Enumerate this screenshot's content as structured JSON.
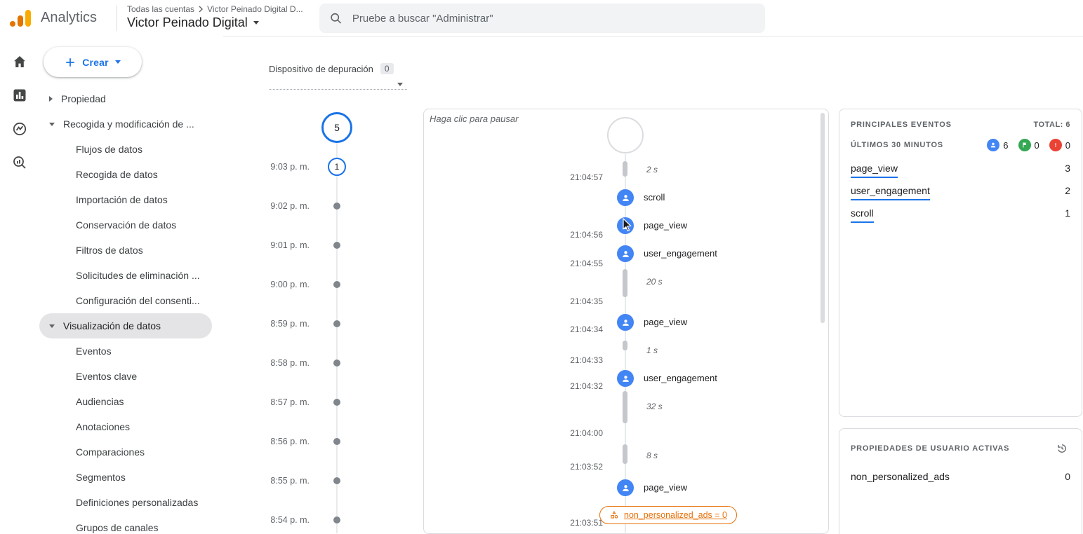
{
  "header": {
    "app_name": "Analytics",
    "breadcrumb": {
      "root": "Todas las cuentas",
      "current": "Victor Peinado Digital D..."
    },
    "account_name": "Victor Peinado Digital",
    "search": {
      "placeholder": "Pruebe a buscar \"Administrar\""
    }
  },
  "sidebar": {
    "create_label": "Crear",
    "sections": [
      {
        "label": "Propiedad",
        "expanded": false
      },
      {
        "label": "Recogida y modificación de ...",
        "expanded": true,
        "children": [
          "Flujos de datos",
          "Recogida de datos",
          "Importación de datos",
          "Conservación de datos",
          "Filtros de datos",
          "Solicitudes de eliminación ...",
          "Configuración del consenti..."
        ]
      },
      {
        "label": "Visualización de datos",
        "expanded": true,
        "selected": true,
        "children": [
          "Eventos",
          "Eventos clave",
          "Audiencias",
          "Anotaciones",
          "Comparaciones",
          "Segmentos",
          "Definiciones personalizadas",
          "Grupos de canales"
        ]
      }
    ]
  },
  "debugview": {
    "device": {
      "label": "Dispositivo de depuración",
      "count": "0"
    },
    "minutes": {
      "current_count": "5",
      "rows": [
        {
          "time": "9:03 p. m.",
          "count": "1"
        },
        {
          "time": "9:02 p. m."
        },
        {
          "time": "9:01 p. m."
        },
        {
          "time": "9:00 p. m."
        },
        {
          "time": "8:59 p. m."
        },
        {
          "time": "8:58 p. m."
        },
        {
          "time": "8:57 p. m."
        },
        {
          "time": "8:56 p. m."
        },
        {
          "time": "8:55 p. m."
        },
        {
          "time": "8:54 p. m."
        }
      ]
    },
    "stream": {
      "pause_hint": "Haga clic para pausar",
      "times": [
        "21:04:57",
        "21:04:56",
        "21:04:55",
        "21:04:35",
        "21:04:34",
        "21:04:33",
        "21:04:32",
        "21:04:00",
        "21:03:52",
        "21:03:51"
      ],
      "durations": [
        "2 s",
        "20 s",
        "1 s",
        "32 s",
        "8 s"
      ],
      "events": [
        {
          "name": "scroll"
        },
        {
          "name": "page_view"
        },
        {
          "name": "user_engagement"
        },
        {
          "name": "page_view"
        },
        {
          "name": "user_engagement"
        },
        {
          "name": "page_view"
        }
      ],
      "property_pill": {
        "text": "non_personalized_ads = 0"
      }
    }
  },
  "top_events": {
    "title": "PRINCIPALES EVENTOS",
    "total": "TOTAL: 6",
    "window_label": "ÚLTIMOS 30 MINUTOS",
    "counters": [
      {
        "icon": "events",
        "value": "6",
        "color": "#4285f4"
      },
      {
        "icon": "key-events",
        "value": "0",
        "color": "#34a853"
      },
      {
        "icon": "errors",
        "value": "0",
        "color": "#ea4335"
      }
    ],
    "rows": [
      {
        "name": "page_view",
        "count": "3"
      },
      {
        "name": "user_engagement",
        "count": "2"
      },
      {
        "name": "scroll",
        "count": "1"
      }
    ]
  },
  "user_properties": {
    "title": "PROPIEDADES DE USUARIO ACTIVAS",
    "rows": [
      {
        "name": "non_personalized_ads",
        "value": "0"
      }
    ]
  },
  "colors": {
    "accent_blue": "#1a73e8",
    "event_blue": "#4285f4",
    "orange": "#e8710a",
    "logo_orange": "#f9ab00"
  }
}
